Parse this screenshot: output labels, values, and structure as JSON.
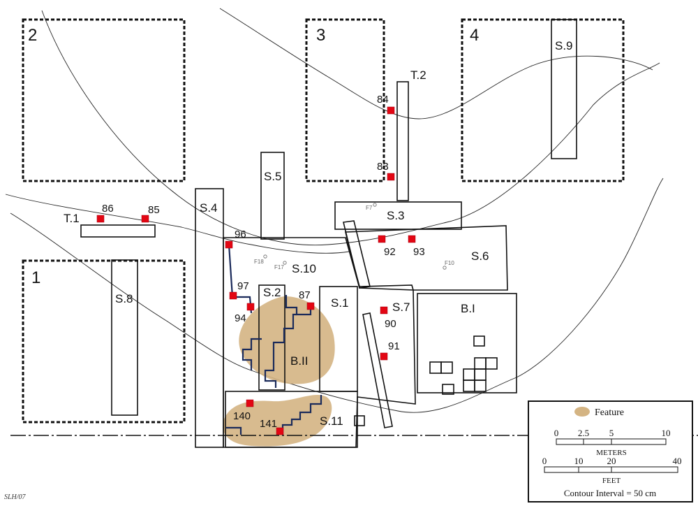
{
  "grids": [
    {
      "label": "1"
    },
    {
      "label": "2"
    },
    {
      "label": "3"
    },
    {
      "label": "4"
    }
  ],
  "structures": [
    {
      "label": "S.1"
    },
    {
      "label": "S.2"
    },
    {
      "label": "S.3"
    },
    {
      "label": "S.4"
    },
    {
      "label": "S.5"
    },
    {
      "label": "S.6"
    },
    {
      "label": "S.7"
    },
    {
      "label": "S.8"
    },
    {
      "label": "S.9"
    },
    {
      "label": "S.10"
    },
    {
      "label": "S.11"
    },
    {
      "label": "T.1"
    },
    {
      "label": "T.2"
    },
    {
      "label": "B.I"
    },
    {
      "label": "B.II"
    }
  ],
  "samples": [
    {
      "label": "83"
    },
    {
      "label": "84"
    },
    {
      "label": "85"
    },
    {
      "label": "86"
    },
    {
      "label": "87"
    },
    {
      "label": "90"
    },
    {
      "label": "91"
    },
    {
      "label": "92"
    },
    {
      "label": "93"
    },
    {
      "label": "94"
    },
    {
      "label": "96"
    },
    {
      "label": "97"
    },
    {
      "label": "140"
    },
    {
      "label": "141"
    }
  ],
  "minor_features": [
    {
      "label": "F7"
    },
    {
      "label": "F10"
    },
    {
      "label": "F17"
    },
    {
      "label": "F18"
    }
  ],
  "legend": {
    "feature_label": "Feature",
    "meters_label": "METERS",
    "meters_ticks": [
      "0",
      "2.5",
      "5",
      "10"
    ],
    "feet_label": "FEET",
    "feet_ticks": [
      "0",
      "10",
      "20",
      "40"
    ],
    "contour_label": "Contour Interval = 50 cm"
  },
  "credit": "SLH/07",
  "colors": {
    "feature_fill": "#d4b483",
    "sample_marker": "#e30613",
    "wall_line": "#1a2a5a"
  }
}
